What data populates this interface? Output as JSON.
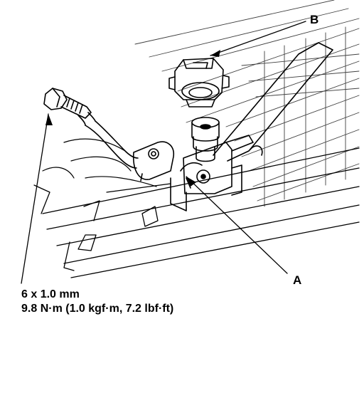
{
  "callouts": {
    "a": "A",
    "b": "B"
  },
  "spec": {
    "size": "6 x 1.0 mm",
    "torque": "9.8 N·m (1.0 kgf·m, 7.2 lbf·ft)"
  },
  "colors": {
    "ink": "#000000",
    "paper": "#ffffff"
  }
}
